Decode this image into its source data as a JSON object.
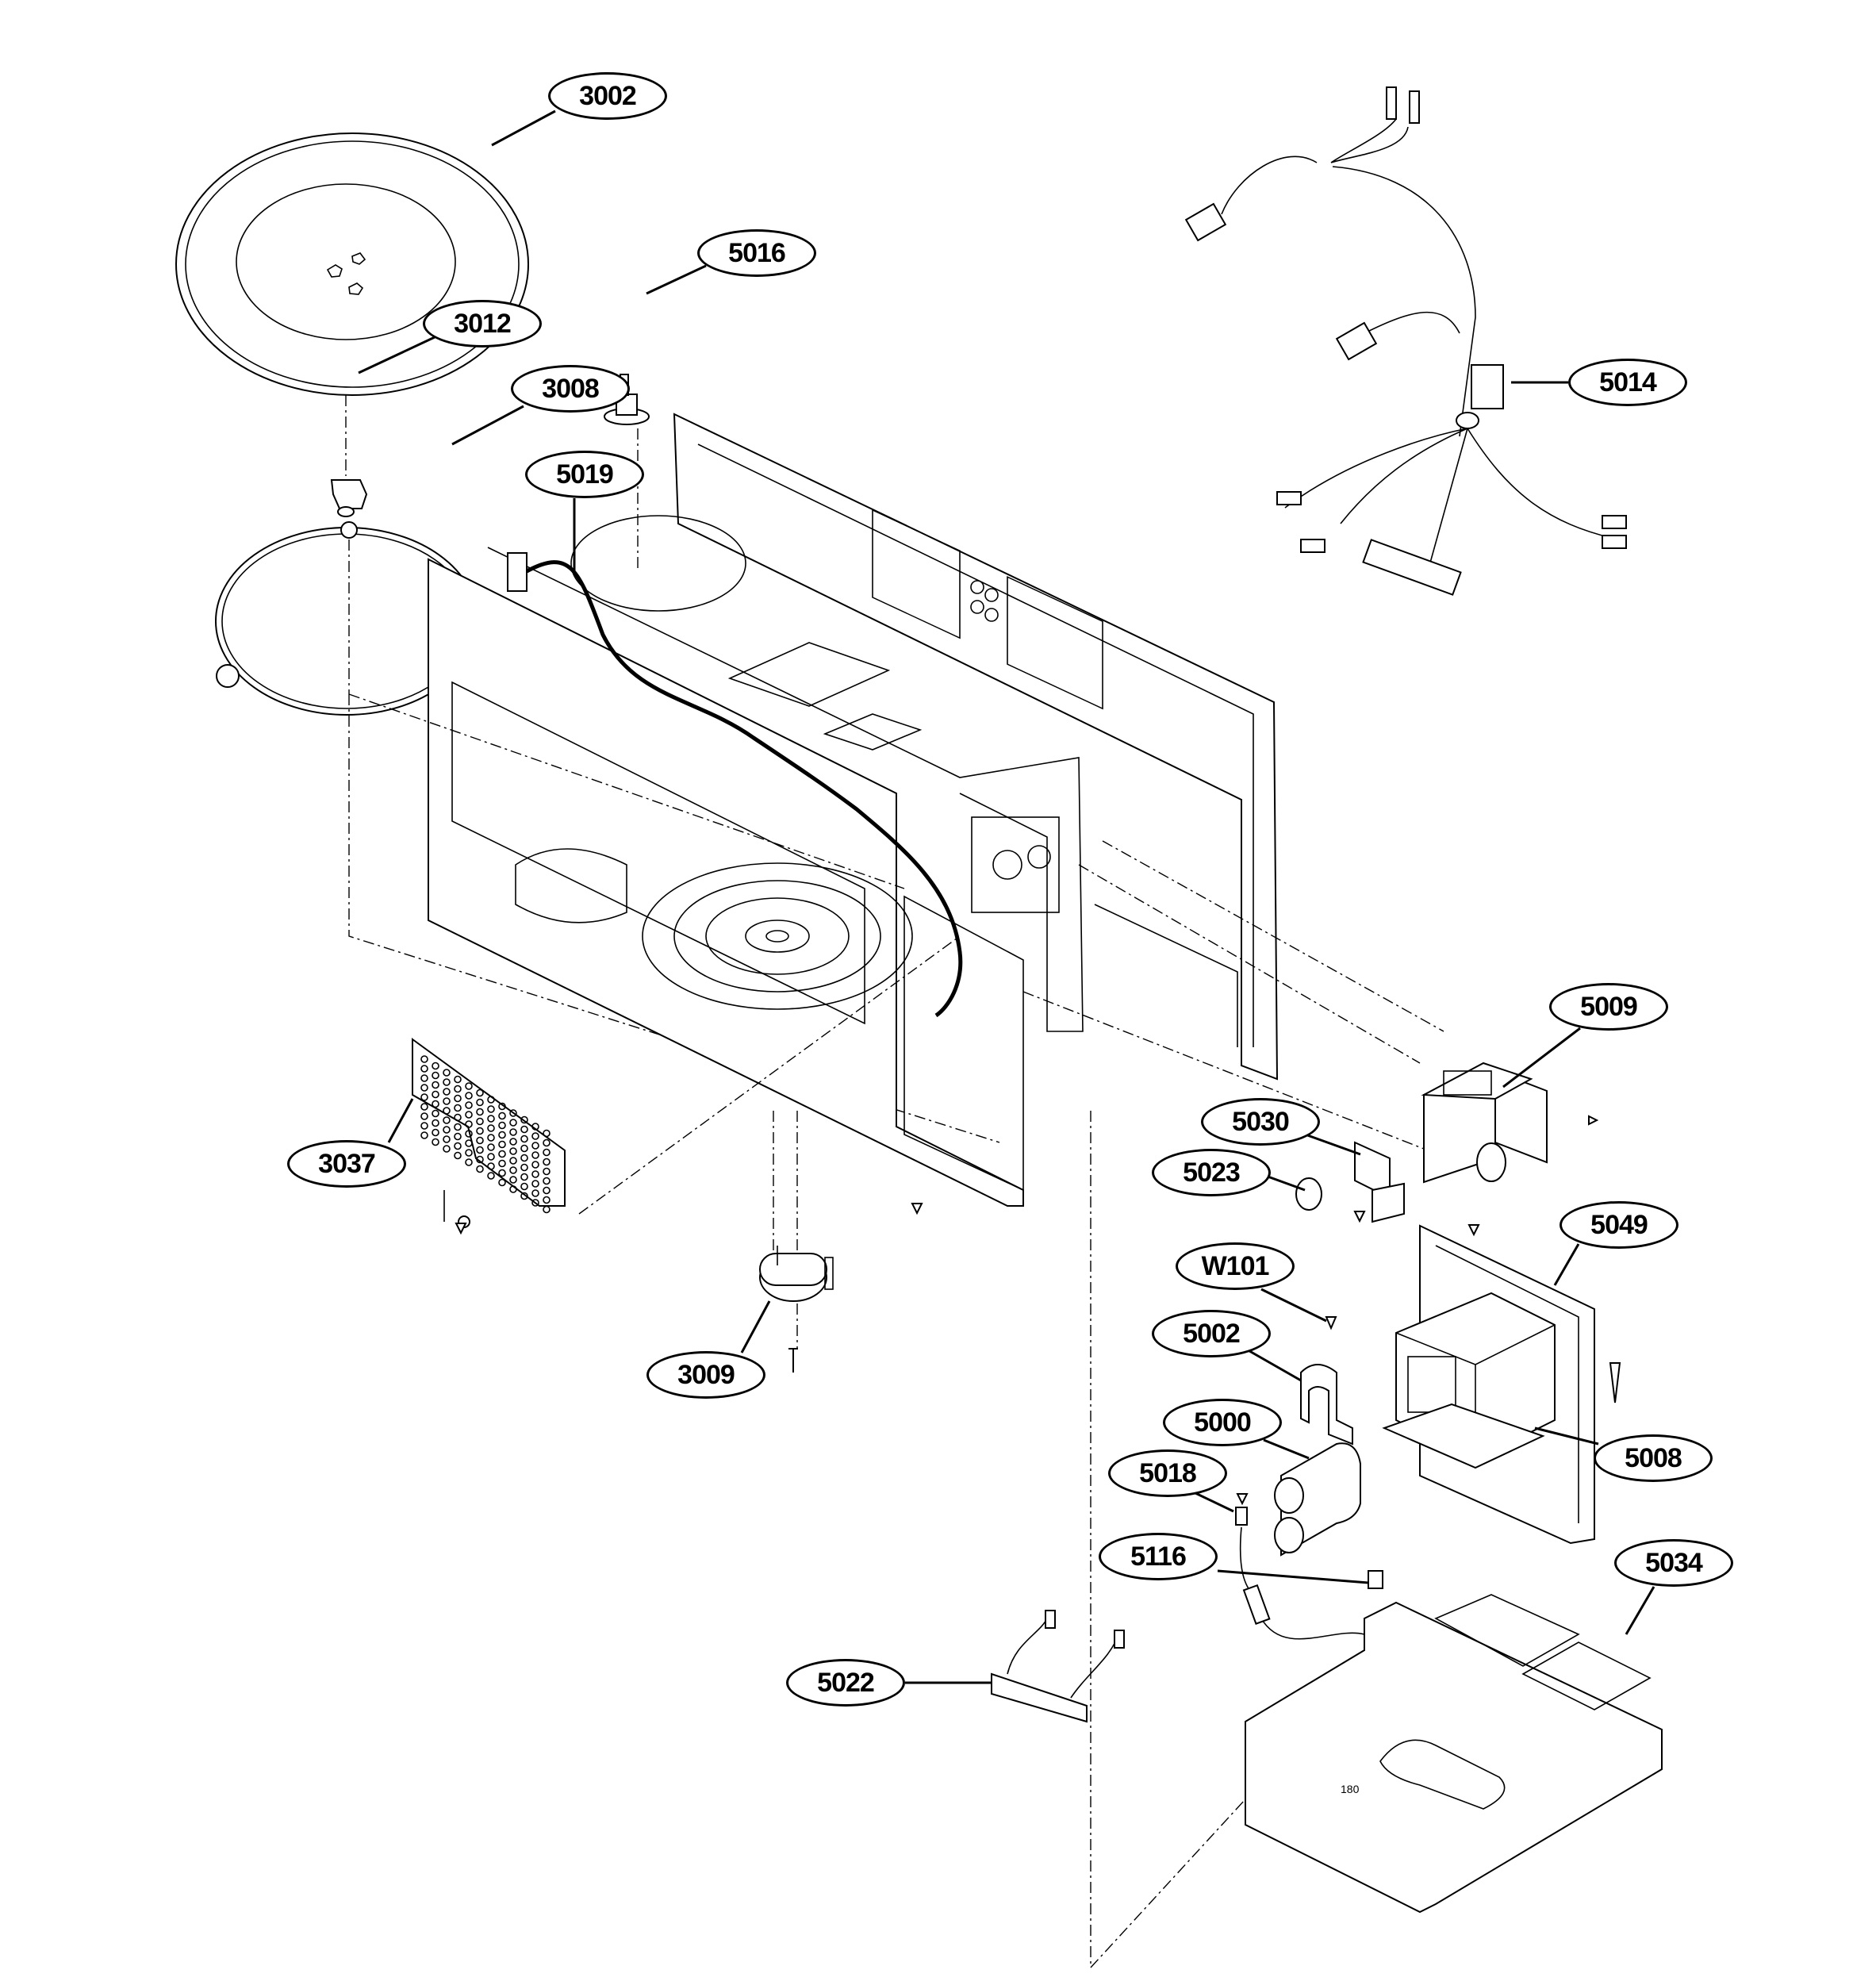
{
  "diagram": {
    "type": "exploded-parts-view",
    "subject": "Over-the-range microwave oven cavity assembly",
    "callouts": [
      {
        "id": "3002",
        "part": "glass turntable tray"
      },
      {
        "id": "5016",
        "part": "thermostat"
      },
      {
        "id": "3012",
        "part": "turntable coupler"
      },
      {
        "id": "3008",
        "part": "turntable roller ring"
      },
      {
        "id": "5019",
        "part": "wire harness"
      },
      {
        "id": "5014",
        "part": "main wire harness"
      },
      {
        "id": "5009",
        "part": "magnetron"
      },
      {
        "id": "5030",
        "part": "thermostat bracket"
      },
      {
        "id": "5023",
        "part": "thermostat"
      },
      {
        "id": "3037",
        "part": "perforated cover plate"
      },
      {
        "id": "5049",
        "part": "transformer bracket"
      },
      {
        "id": "W101",
        "part": "screw"
      },
      {
        "id": "5002",
        "part": "capacitor bracket"
      },
      {
        "id": "3009",
        "part": "turntable motor"
      },
      {
        "id": "5000",
        "part": "high voltage capacitor"
      },
      {
        "id": "5008",
        "part": "high voltage transformer"
      },
      {
        "id": "5018",
        "part": "high voltage diode"
      },
      {
        "id": "5116",
        "part": "thermal fuse"
      },
      {
        "id": "5034",
        "part": "base plate"
      },
      {
        "id": "5022",
        "part": "lamp socket assembly"
      }
    ],
    "part_marking": "180"
  }
}
